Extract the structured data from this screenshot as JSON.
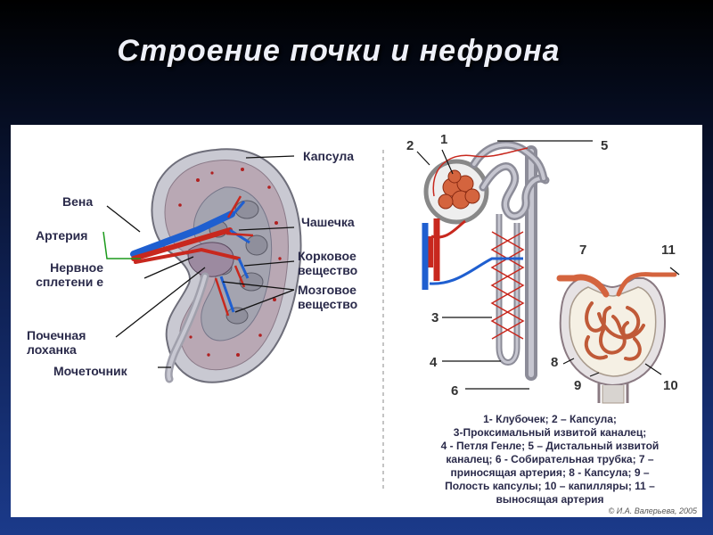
{
  "title": "Строение почки и нефрона",
  "kidney_labels": {
    "capsule": "Капсула",
    "vein": "Вена",
    "artery": "Артерия",
    "nerve": "Нервное сплетени е",
    "pelvis_line1": "Почечная",
    "pelvis_line2": "лоханка",
    "calyx": "Чашечка",
    "cortex_line1": "Корковое",
    "cortex_line2": "вещество",
    "medulla_line1": "Мозговое",
    "medulla_line2": "вещество",
    "ureter": "Мочеточник"
  },
  "nephron_numbers": [
    "1",
    "2",
    "3",
    "4",
    "5",
    "6",
    "7",
    "8",
    "9",
    "10",
    "11"
  ],
  "caption_lines": [
    "1- Клубочек; 2 – Капсула;",
    "3-Проксимальный извитой каналец;",
    "4 - Петля Генле; 5 – Дистальный извитой",
    "каналец; 6 - Собирательная трубка; 7 –",
    "приносящая артерия; 8 - Капсула; 9 –",
    "Полость капсулы; 10 – капилляры; 11 –",
    "выносящая артерия"
  ],
  "copyright": "© И.А. Валерьева, 2005",
  "colors": {
    "background_top": "#000000",
    "background_bottom": "#1b3a8a",
    "panel": "#ffffff",
    "artery": "#c8281e",
    "vein": "#1f5fd0",
    "tubule": "#9a9aa8",
    "glomerulus": "#d46a4a"
  }
}
